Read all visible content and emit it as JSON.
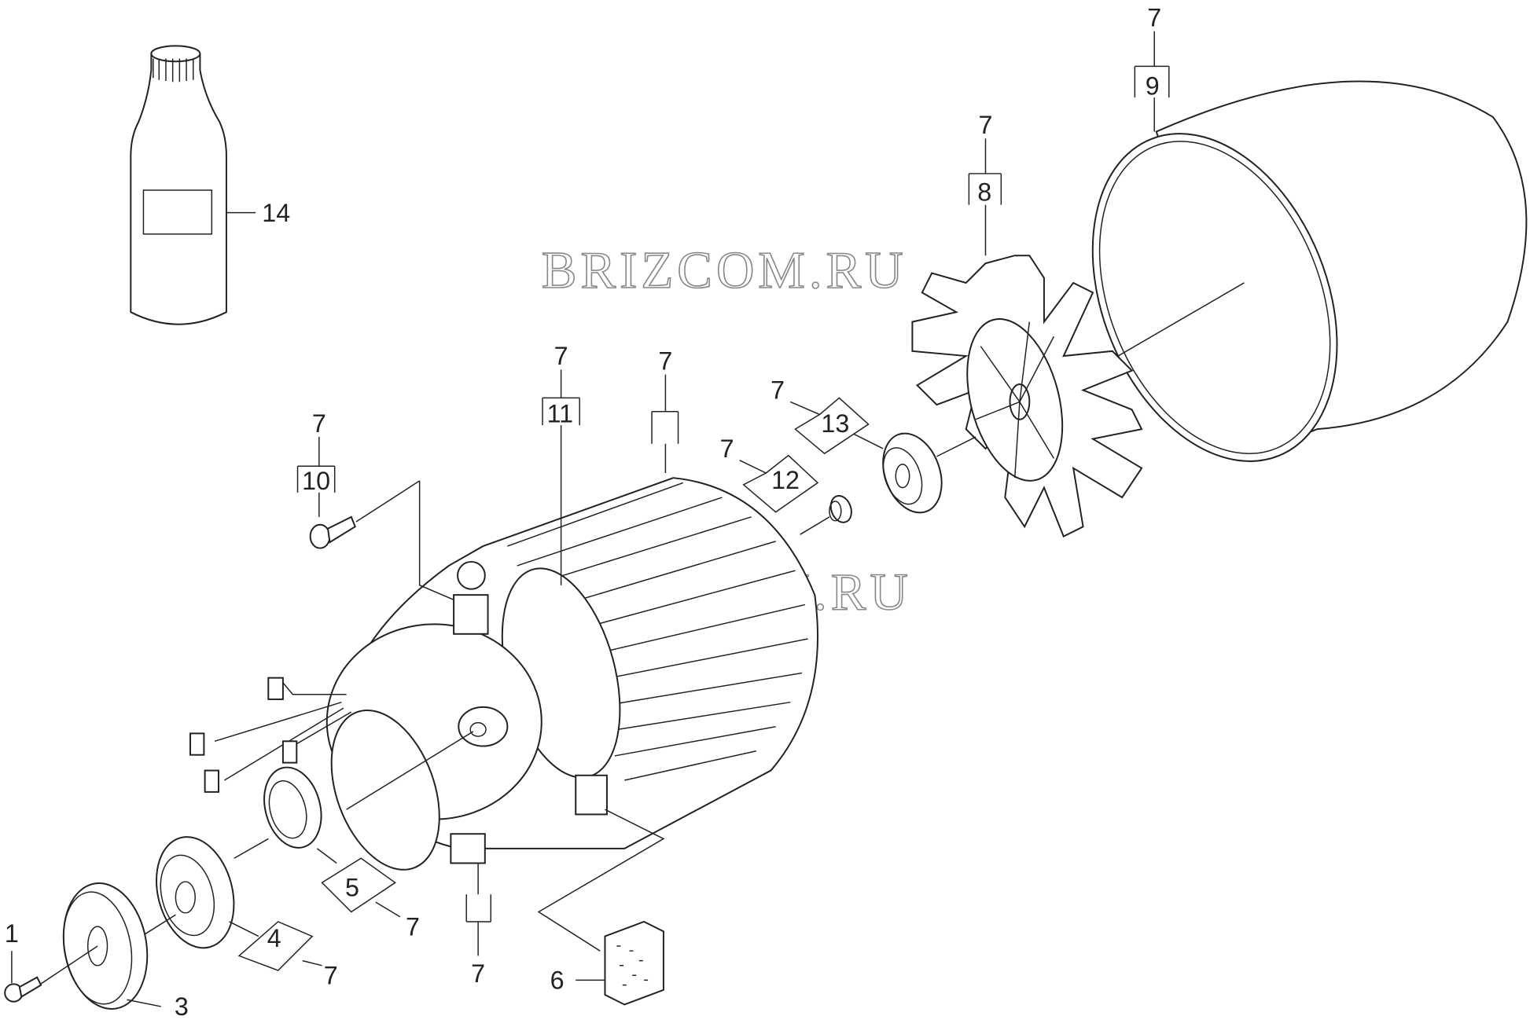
{
  "watermark": "BRIZCOM.RU",
  "callouts": {
    "p1": "1",
    "p3": "3",
    "p4": "4",
    "p5": "5",
    "p6": "6",
    "p8": "8",
    "p9": "9",
    "p10": "10",
    "p11": "11",
    "p12": "12",
    "p13": "13",
    "p14": "14",
    "set": "7"
  },
  "parts": [
    "screw",
    "cover",
    "ball-bearing",
    "shaft-seal",
    "carbon-brush-holder",
    "motor-stator",
    "fan",
    "fan-housing",
    "screw",
    "rotor",
    "needle-bearing",
    "ball-bearing",
    "oil-bottle"
  ]
}
